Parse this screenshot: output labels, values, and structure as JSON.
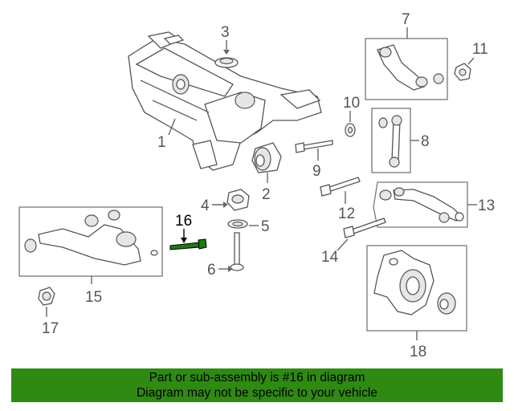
{
  "diagram": {
    "labels": [
      "1",
      "2",
      "3",
      "4",
      "5",
      "6",
      "7",
      "8",
      "9",
      "10",
      "11",
      "12",
      "13",
      "14",
      "15",
      "16",
      "17",
      "18"
    ],
    "highlight_label": "16",
    "highlight_color": "#1a7a12",
    "line_color": "#666666"
  },
  "banner": {
    "line1": "Part or sub-assembly is #16 in diagram",
    "line2": "Diagram may not be specific to your vehicle",
    "background": "#2f8a13"
  }
}
